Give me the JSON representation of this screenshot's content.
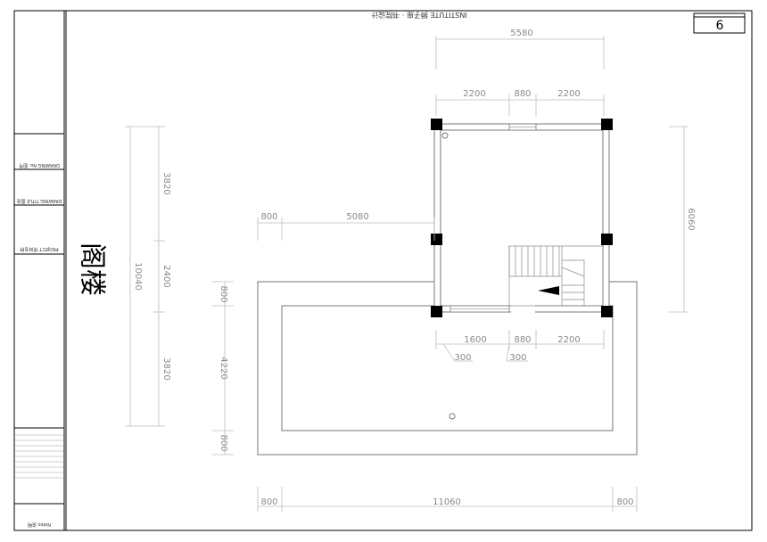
{
  "sheet_number": "6",
  "header_note": "INSTITUTE 狮子座 · 书院设计",
  "drawing_title": "阁楼",
  "title_block": {
    "project": "PROJECT 项目名称",
    "drawing_title": "DRAWING TITLE 图名",
    "drawing_no": "DRAWING No. 图号",
    "notes": "Notes 说明"
  },
  "dimensions": {
    "top_overall": "5580",
    "top_left": "2200",
    "top_mid": "880",
    "top_right": "2200",
    "right_height": "6060",
    "left_a": "800",
    "left_b": "5080",
    "bottom_left": "1600",
    "bottom_mid": "880",
    "bottom_right": "2200",
    "offset_left": "300",
    "offset_right": "300",
    "vert_total": "10040",
    "vert_top": "3820",
    "vert_mid": "2400",
    "vert_bottom": "3820",
    "slab_top": "800",
    "slab_mid": "4220",
    "slab_bottom": "800",
    "base_left": "800",
    "base_total": "11060",
    "base_right": "800"
  }
}
